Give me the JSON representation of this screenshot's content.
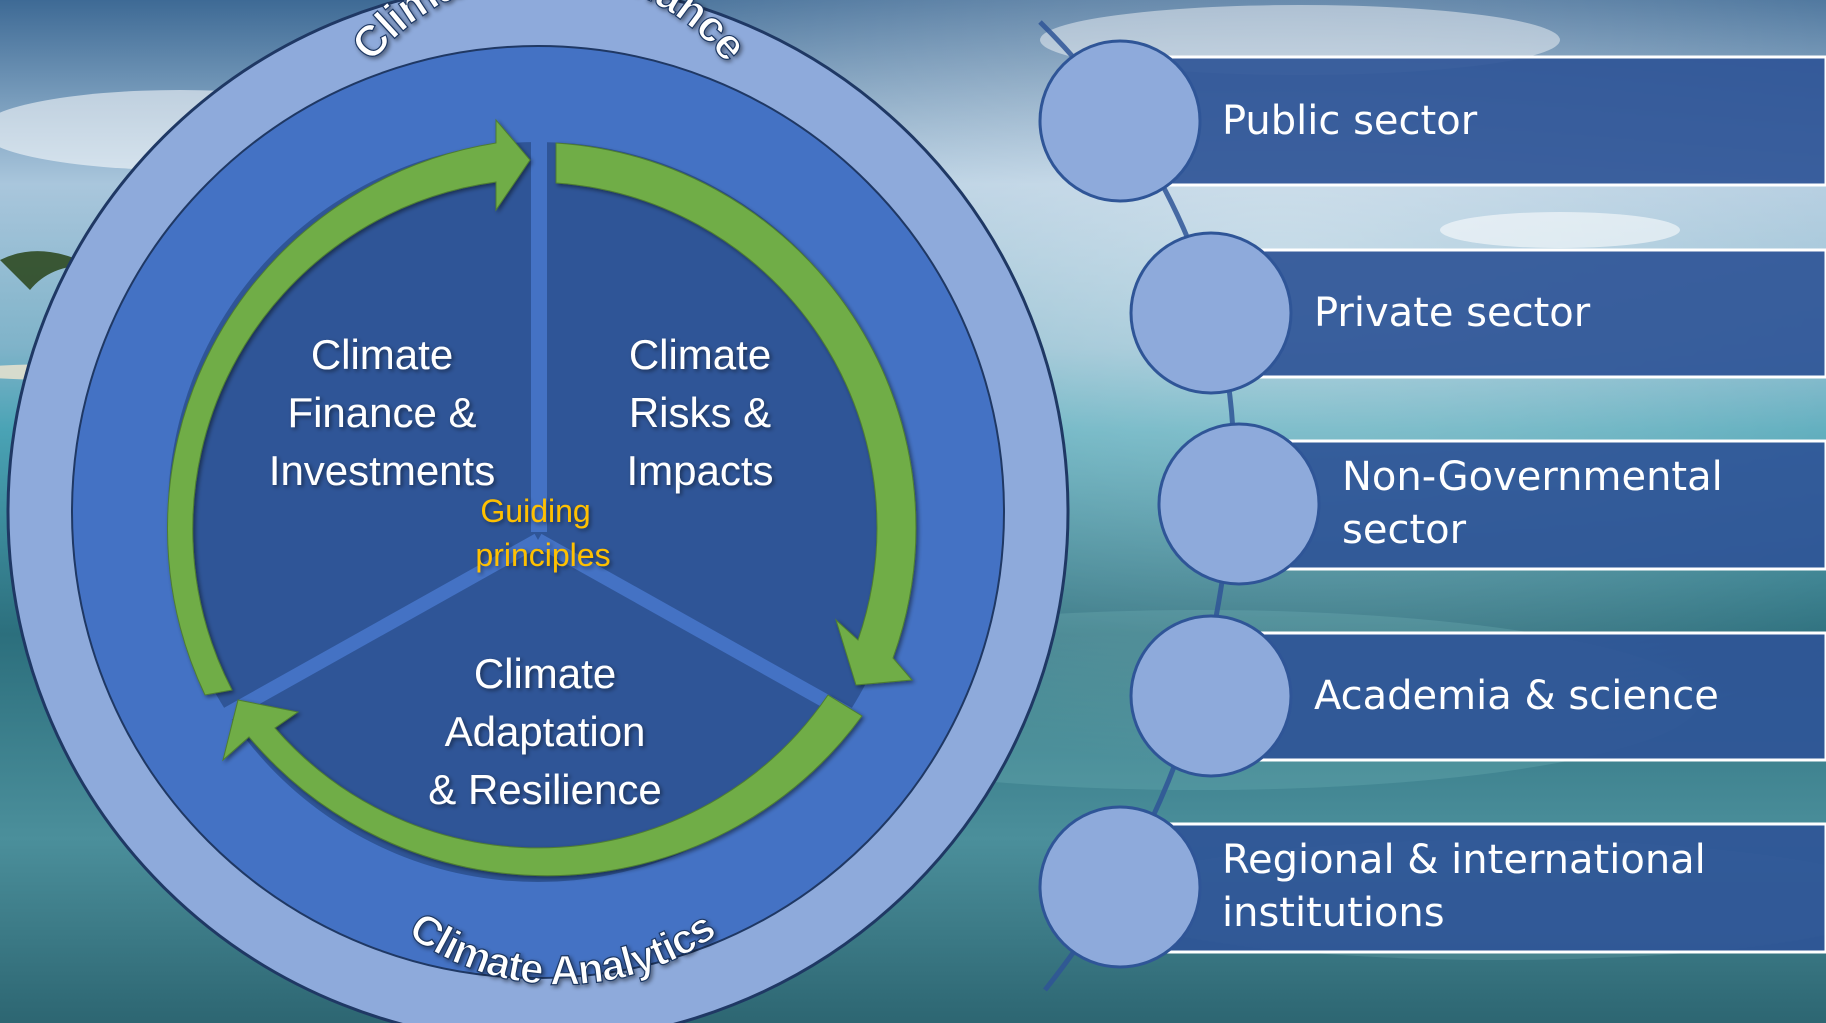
{
  "diagram": {
    "outer_ring": {
      "top_label": "Climate Governance",
      "bottom_label": "Climate Analytics"
    },
    "center_label": [
      "Guiding",
      "principles"
    ],
    "segments": [
      {
        "name": "finance",
        "lines": [
          "Climate",
          "Finance &",
          "Investments"
        ]
      },
      {
        "name": "risks",
        "lines": [
          "Climate",
          "Risks &",
          "Impacts"
        ]
      },
      {
        "name": "adaptation",
        "lines": [
          "Climate",
          "Adaptation",
          "& Resilience"
        ]
      }
    ]
  },
  "stakeholders": [
    {
      "id": "public",
      "lines": [
        "Public sector"
      ]
    },
    {
      "id": "private",
      "lines": [
        "Private sector"
      ]
    },
    {
      "id": "ngo",
      "lines": [
        "Non-Governmental",
        "sector"
      ]
    },
    {
      "id": "academia",
      "lines": [
        "Academia & science"
      ]
    },
    {
      "id": "intl",
      "lines": [
        "Regional & international",
        "institutions"
      ]
    }
  ],
  "colors": {
    "outer_ring": "#8eaadb",
    "middle_ring": "#4472c4",
    "inner_disc": "#2f5597",
    "arrow": "#70ad47",
    "guiding_text": "#ffc000",
    "banner": "#2f5597",
    "node": "#8eaadb"
  }
}
